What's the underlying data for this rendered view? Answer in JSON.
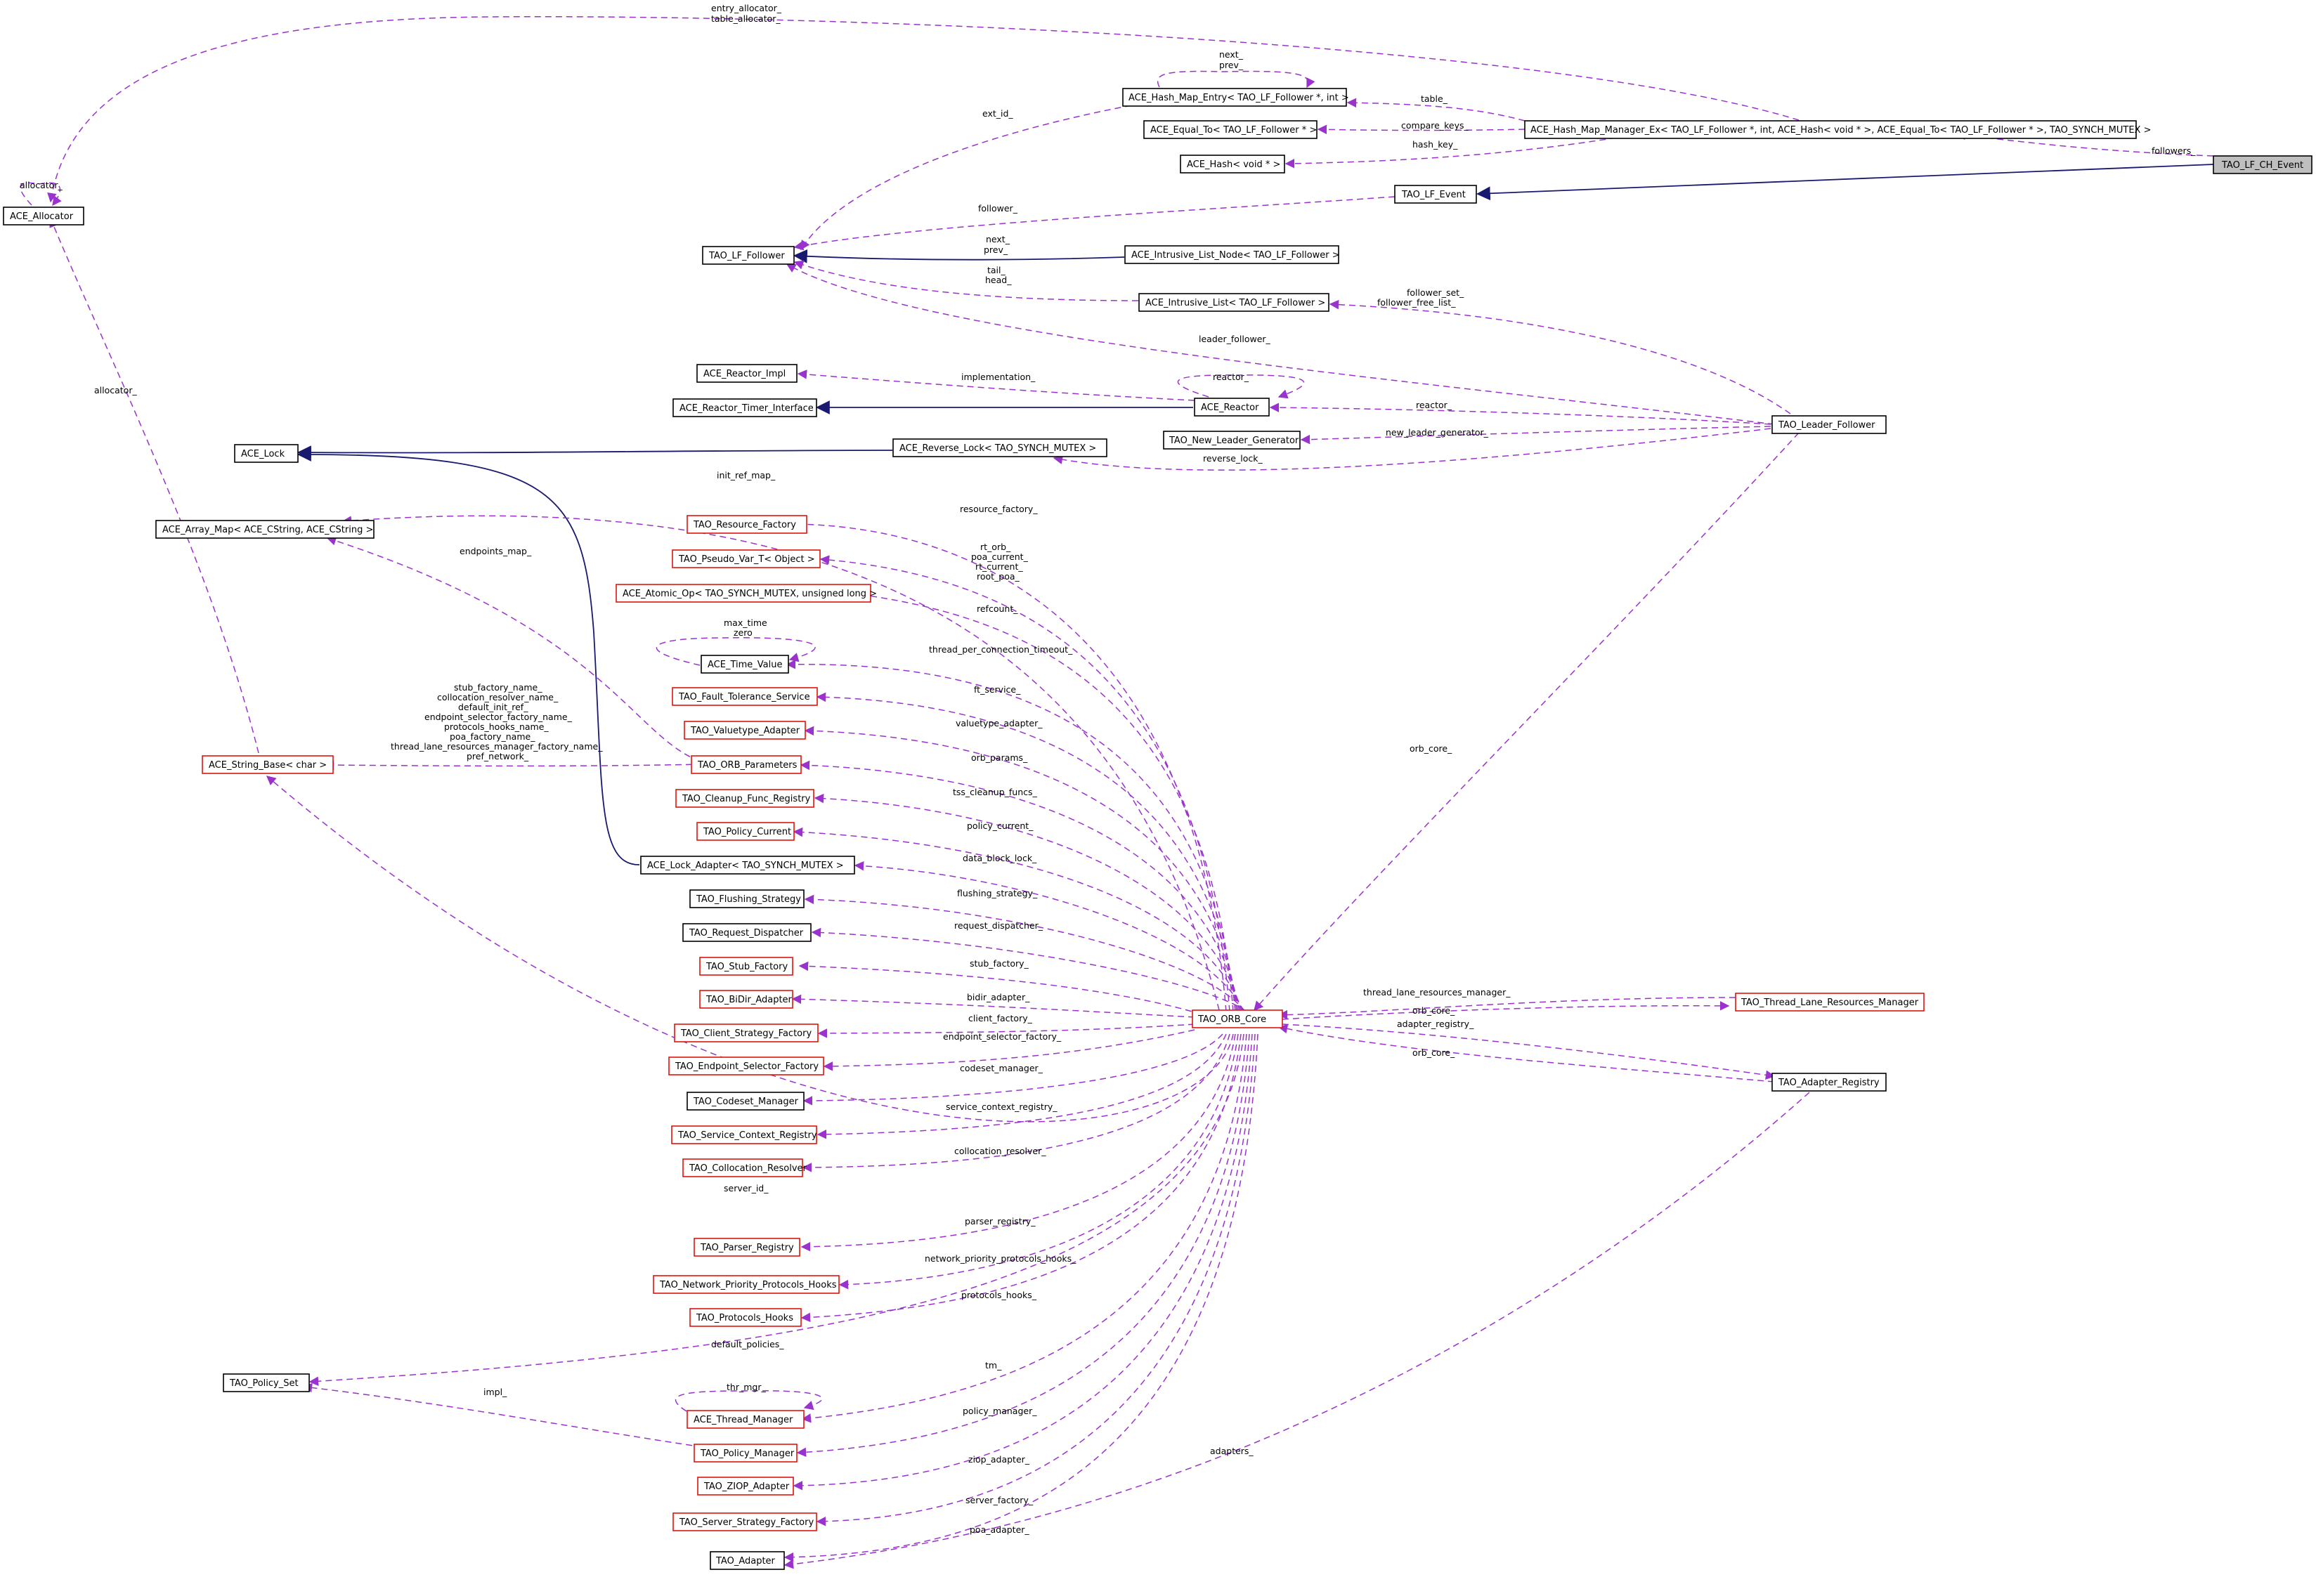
{
  "accent_colors": {
    "dependency_edge": "#9a32cd",
    "inheritance_edge": "#191970",
    "highlighted_node": "#bfbfbf",
    "incomplete_node_border": "#e0140f"
  },
  "nodes": {
    "tao_lf_ch_event": "TAO_LF_CH_Event",
    "ace_allocator": "ACE_Allocator",
    "hash_map_entry": "ACE_Hash_Map_Entry< TAO_LF_Follower *, int >",
    "equal_to": "ACE_Equal_To< TAO_LF_Follower * >",
    "hash_map_manager": "ACE_Hash_Map_Manager_Ex< TAO_LF_Follower *, int, ACE_Hash< void * >, ACE_Equal_To< TAO_LF_Follower * >, TAO_SYNCH_MUTEX >",
    "ace_hash": "ACE_Hash< void * >",
    "tao_lf_event": "TAO_LF_Event",
    "tao_lf_follower": "TAO_LF_Follower",
    "intrusive_list_node": "ACE_Intrusive_List_Node< TAO_LF_Follower >",
    "intrusive_list": "ACE_Intrusive_List< TAO_LF_Follower >",
    "reactor_impl": "ACE_Reactor_Impl",
    "reactor_timer_interface": "ACE_Reactor_Timer_Interface",
    "ace_reactor": "ACE_Reactor",
    "leader_follower": "TAO_Leader_Follower",
    "new_leader_generator": "TAO_New_Leader_Generator",
    "ace_lock": "ACE_Lock",
    "reverse_lock": "ACE_Reverse_Lock< TAO_SYNCH_MUTEX >",
    "array_map": "ACE_Array_Map< ACE_CString, ACE_CString >",
    "resource_factory": "TAO_Resource_Factory",
    "pseudo_var": "TAO_Pseudo_Var_T< Object >",
    "atomic_op": "ACE_Atomic_Op< TAO_SYNCH_MUTEX, unsigned long >",
    "time_value": "ACE_Time_Value",
    "fault_tolerance": "TAO_Fault_Tolerance_Service",
    "valuetype_adapter": "TAO_Valuetype_Adapter",
    "string_base": "ACE_String_Base< char >",
    "orb_parameters": "TAO_ORB_Parameters",
    "cleanup_func_registry": "TAO_Cleanup_Func_Registry",
    "policy_current": "TAO_Policy_Current",
    "lock_adapter": "ACE_Lock_Adapter< TAO_SYNCH_MUTEX >",
    "flushing_strategy": "TAO_Flushing_Strategy",
    "request_dispatcher": "TAO_Request_Dispatcher",
    "stub_factory": "TAO_Stub_Factory",
    "bidir_adapter": "TAO_BiDir_Adapter",
    "orb_core": "TAO_ORB_Core",
    "thread_lane_rm": "TAO_Thread_Lane_Resources_Manager",
    "client_strategy_factory": "TAO_Client_Strategy_Factory",
    "endpoint_selector_factory": "TAO_Endpoint_Selector_Factory",
    "adapter_registry": "TAO_Adapter_Registry",
    "codeset_manager": "TAO_Codeset_Manager",
    "service_context_registry": "TAO_Service_Context_Registry",
    "collocation_resolver": "TAO_Collocation_Resolver",
    "parser_registry": "TAO_Parser_Registry",
    "network_priority_hooks": "TAO_Network_Priority_Protocols_Hooks",
    "protocols_hooks": "TAO_Protocols_Hooks",
    "policy_set": "TAO_Policy_Set",
    "thread_manager": "ACE_Thread_Manager",
    "policy_manager": "TAO_Policy_Manager",
    "ziop_adapter": "TAO_ZIOP_Adapter",
    "server_strategy_factory": "TAO_Server_Strategy_Factory",
    "tao_adapter": "TAO_Adapter"
  },
  "edge_labels": {
    "entry_allocator": "entry_allocator_",
    "table_allocator": "table_allocator_",
    "allocator_self": "allocator_",
    "next": "next_",
    "prev": "prev_",
    "ext_id": "ext_id_",
    "table": "table_",
    "compare_keys": "compare_keys_",
    "hash_key": "hash_key_",
    "followers": "followers_",
    "follower": "follower_",
    "next2": "next_",
    "prev2": "prev_",
    "tail": "tail_",
    "head": "head_",
    "follower_set": "follower_set_",
    "follower_free_list": "follower_free_list_",
    "leader_follower": "leader_follower_",
    "implementation": "implementation_",
    "reactor_self": "reactor_",
    "reactor": "reactor_",
    "new_leader_generator": "new_leader_generator_",
    "reverse_lock": "reverse_lock_",
    "allocator": "allocator_",
    "init_ref_map": "init_ref_map_",
    "resource_factory": "resource_factory_",
    "endpoints_map": "endpoints_map_",
    "rt_orb": "rt_orb_",
    "poa_current": "poa_current_",
    "rt_current": "rt_current_",
    "root_poa": "root_poa_",
    "refcount": "refcount_",
    "max_time": "max_time",
    "zero": "zero",
    "thread_per_connection_timeout": "thread_per_connection_timeout_",
    "ft_service": "ft_service_",
    "valuetype_adapter": "valuetype_adapter_",
    "stub_factory_name": "stub_factory_name_",
    "collocation_resolver_name": "collocation_resolver_name_",
    "default_init_ref": "default_init_ref_",
    "endpoint_selector_factory_name": "endpoint_selector_factory_name_",
    "protocols_hooks_name": "protocols_hooks_name_",
    "poa_factory_name": "poa_factory_name_",
    "thread_lane_resources_manager_factory_name": "thread_lane_resources_manager_factory_name_",
    "pref_network": "pref_network_",
    "orb_params": "orb_params_",
    "tss_cleanup_funcs": "tss_cleanup_funcs_",
    "policy_current": "policy_current_",
    "data_block_lock": "data_block_lock_",
    "flushing_strategy": "flushing_strategy_",
    "request_dispatcher": "request_dispatcher_",
    "stub_factory": "stub_factory_",
    "bidir_adapter": "bidir_adapter_",
    "client_factory": "client_factory_",
    "endpoint_selector_factory": "endpoint_selector_factory_",
    "codeset_manager": "codeset_manager_",
    "service_context_registry": "service_context_registry_",
    "collocation_resolver": "collocation_resolver_",
    "server_id": "server_id_",
    "parser_registry": "parser_registry_",
    "network_priority_protocols_hooks": "network_priority_protocols_hooks_",
    "protocols_hooks": "protocols_hooks_",
    "default_policies": "default_policies_",
    "impl": "impl_",
    "thr_mgr": "thr_mgr_",
    "tm": "tm_",
    "policy_manager": "policy_manager_",
    "ziop_adapter": "ziop_adapter_",
    "server_factory": "server_factory_",
    "poa_adapter": "poa_adapter_",
    "adapters": "adapters_",
    "orb_core_lf": "orb_core_",
    "thread_lane_resources_manager": "thread_lane_resources_manager_",
    "orb_core_tlrm": "orb_core_",
    "adapter_registry": "adapter_registry_",
    "orb_core_ar": "orb_core_"
  }
}
